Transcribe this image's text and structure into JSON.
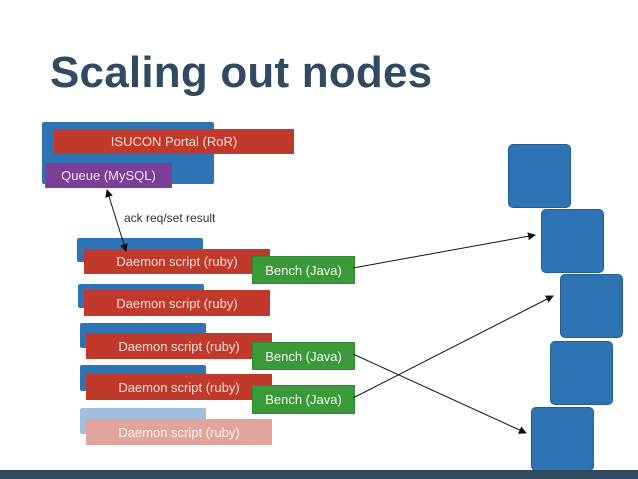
{
  "title": "Scaling out nodes",
  "portal": {
    "label": "ISUCON Portal (RoR)"
  },
  "queue": {
    "label": "Queue (MySQL)"
  },
  "ack_note": "ack req/set result",
  "daemons": [
    {
      "label": "Daemon script (ruby)"
    },
    {
      "label": "Daemon script (ruby)"
    },
    {
      "label": "Daemon script (ruby)"
    },
    {
      "label": "Daemon script (ruby)"
    },
    {
      "label": "Daemon script (ruby)"
    }
  ],
  "benches": [
    {
      "label": "Bench (Java)"
    },
    {
      "label": "Bench (Java)"
    },
    {
      "label": "Bench (Java)"
    }
  ],
  "colors": {
    "title": "#2f4a61",
    "server": "#2e74b5",
    "daemon": "#c0392b",
    "bench": "#3a9a3a",
    "queue": "#7b3f98"
  }
}
